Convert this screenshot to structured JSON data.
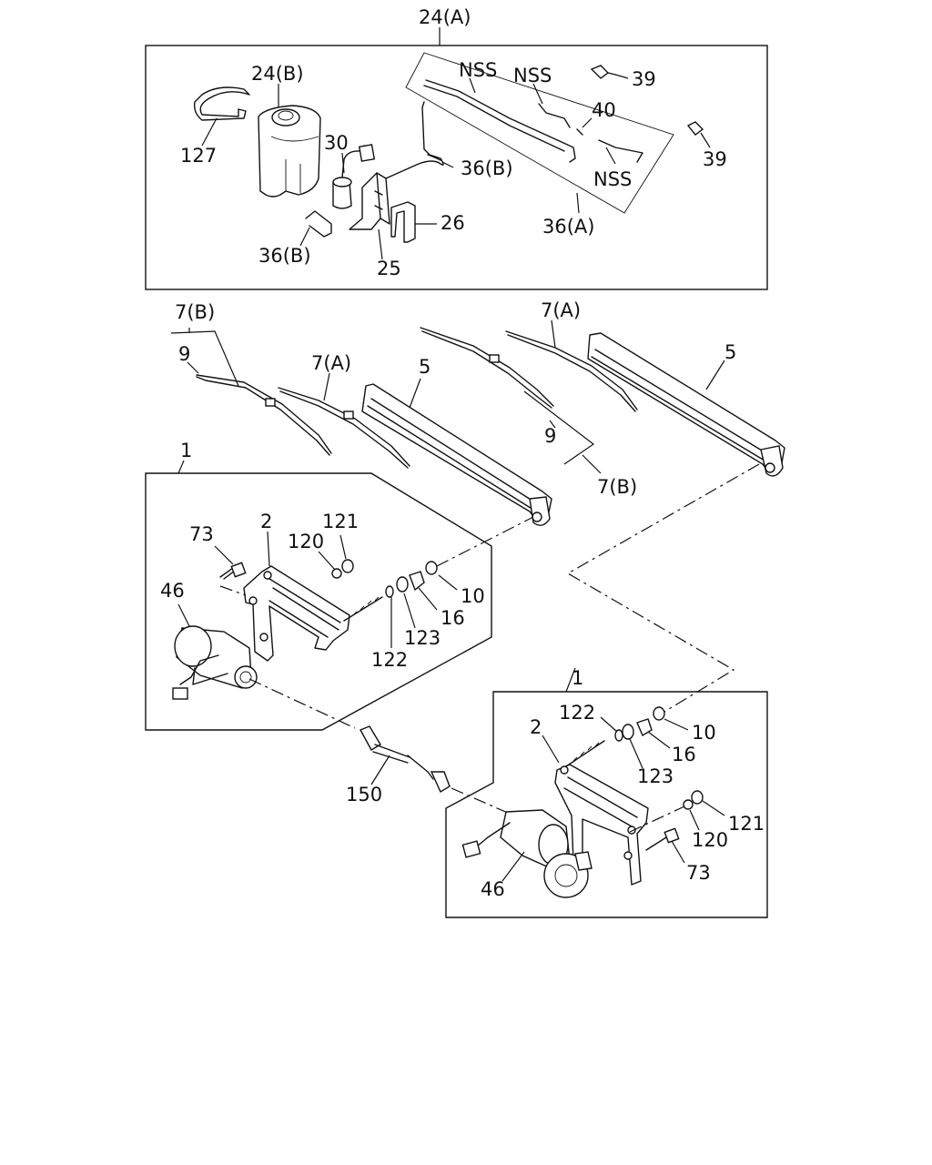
{
  "callouts": {
    "washer_assembly_a": "24(A)",
    "washer_tank_b": "24(B)",
    "tank_band": "127",
    "washer_pump": "30",
    "bracket_25": "25",
    "bracket_26": "26",
    "hose_clip_b_left": "36(B)",
    "hose_b_right": "36(B)",
    "hose_a": "36(A)",
    "nss_1": "NSS",
    "nss_2": "NSS",
    "nss_3": "NSS",
    "nozzle_top": "39",
    "nozzle_right": "39",
    "joint_40": "40",
    "blade_group_left": "7(B)",
    "blade_left": "9",
    "blade_a_left": "7(A)",
    "arm_left": "5",
    "blade_a_right": "7(A)",
    "arm_right": "5",
    "blade_right": "9",
    "blade_group_right": "7(B)",
    "linkage_left": "1",
    "bracket_left": "2",
    "bolt_left": "73",
    "washer_120_left": "120",
    "nut_121_left": "121",
    "motor_left": "46",
    "nut_10_left": "10",
    "cap_16_left": "16",
    "seal_123_left": "123",
    "washer_122_left": "122",
    "link_rod": "150",
    "linkage_right": "1",
    "washer_122_right": "122",
    "bracket_right": "2",
    "nut_10_right": "10",
    "cap_16_right": "16",
    "seal_123_right": "123",
    "nut_121_right": "121",
    "washer_120_right": "120",
    "bolt_right": "73",
    "motor_right": "46"
  }
}
